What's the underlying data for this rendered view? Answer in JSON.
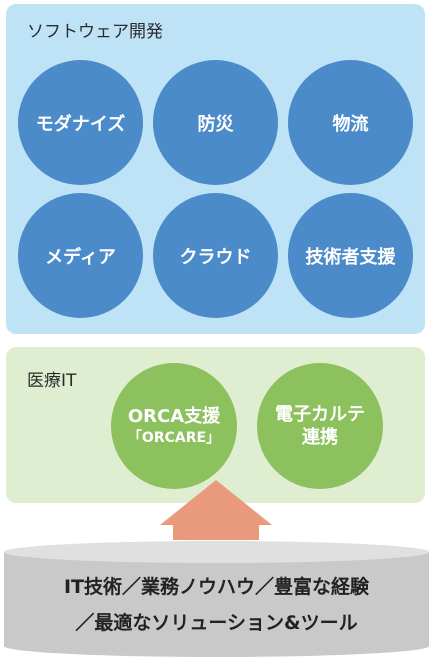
{
  "software": {
    "title": "ソフトウェア開発",
    "items": [
      "モダナイズ",
      "防災",
      "物流",
      "メディア",
      "クラウド",
      "技術者支援"
    ]
  },
  "medical": {
    "title": "医療IT",
    "items": [
      {
        "line1": "ORCA支援",
        "line2": "「ORCARE」"
      },
      {
        "line1": "電子カルテ",
        "line2": "連携"
      }
    ]
  },
  "foundation": {
    "line1": "IT技術／業務ノウハウ／豊富な経験",
    "line2": "／最適なソリューション&ツール"
  },
  "colors": {
    "software_bg": "#bfe3f6",
    "software_circle": "#4b8bc9",
    "medical_bg": "#dfedd0",
    "medical_circle": "#8cc15e",
    "arrow": "#e99a7c",
    "cylinder": "#c9c9c9"
  }
}
